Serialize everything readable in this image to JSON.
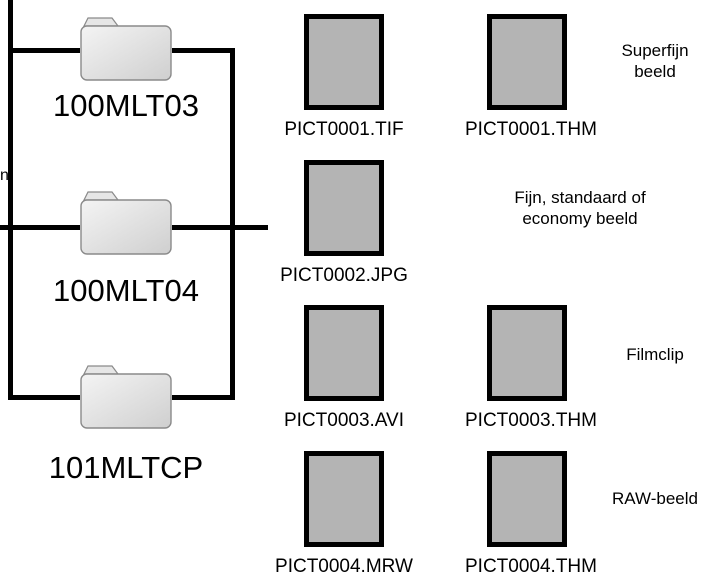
{
  "edge_fragment": "n",
  "folders": [
    {
      "name": "100MLT03",
      "icon": "folder-icon"
    },
    {
      "name": "100MLT04",
      "icon": "folder-icon"
    },
    {
      "name": "101MLTCP",
      "icon": "folder-icon"
    }
  ],
  "files": {
    "superfine_main": "PICT0001.TIF",
    "superfine_thumb": "PICT0001.THM",
    "fine": "PICT0002.JPG",
    "movie_main": "PICT0003.AVI",
    "movie_thumb": "PICT0003.THM",
    "raw_main": "PICT0004.MRW",
    "raw_thumb": "PICT0004.THM"
  },
  "types": {
    "superfine": "Superfijn beeld",
    "fine": "Fijn, standaard of economy beeld",
    "movie": "Filmclip",
    "raw": "RAW-beeld"
  }
}
